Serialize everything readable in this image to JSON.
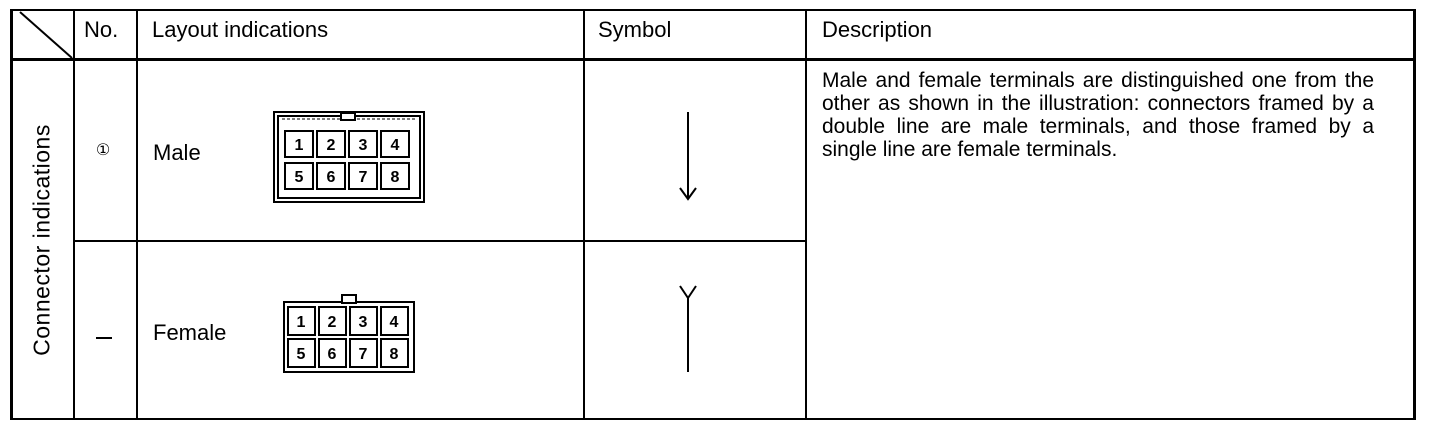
{
  "table": {
    "headers": {
      "no": "No.",
      "layout": "Layout indications",
      "symbol": "Symbol",
      "description": "Description"
    },
    "row_group_label": "Connector indications",
    "rows": [
      {
        "no": "①",
        "label": "Male",
        "pins": [
          "1",
          "2",
          "3",
          "4",
          "5",
          "6",
          "7",
          "8"
        ],
        "symbol": "arrow-down-icon"
      },
      {
        "no": "–",
        "label": "Female",
        "pins": [
          "1",
          "2",
          "3",
          "4",
          "5",
          "6",
          "7",
          "8"
        ],
        "symbol": "fork-terminal-icon"
      }
    ],
    "description": "Male and female terminals are distinguished one from the other as shown in the illustration: connectors framed by a double line are male terminals, and those framed by a single line are female terminals."
  }
}
